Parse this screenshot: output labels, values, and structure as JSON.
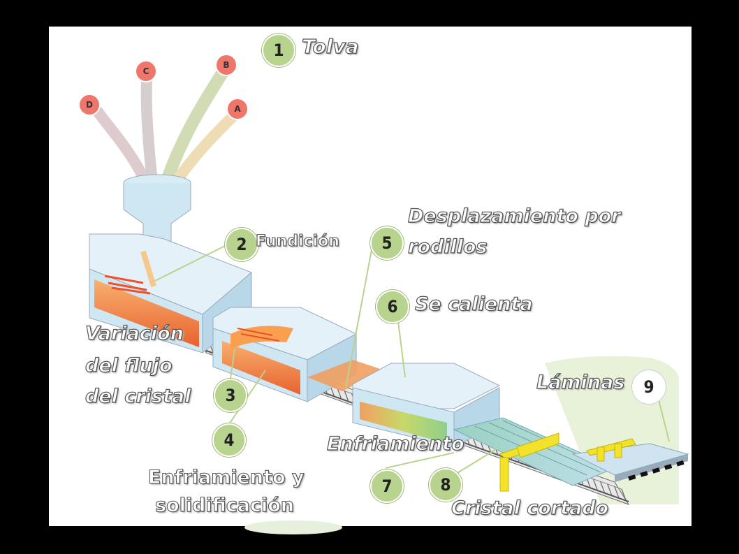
{
  "labels": {
    "tolva": "Tolva",
    "fundicion": "Fundición",
    "desplazamiento": [
      "Desplazamiento por",
      "rodillos"
    ],
    "se_calienta": "Se calienta",
    "variacion": [
      "Variación",
      "del flujo",
      "del cristal"
    ],
    "laminas": "Láminas",
    "enfriamiento": "Enfriamiento",
    "enfriamiento_solid": [
      "Enfriamiento y",
      "solidificación"
    ],
    "cristal_cortado": "Cristal cortado"
  },
  "steps": [
    "1",
    "2",
    "3",
    "4",
    "5",
    "6",
    "7",
    "8",
    "9"
  ],
  "materials": [
    "A",
    "B",
    "C",
    "D"
  ],
  "colors": {
    "step_circle": "#b8d38e",
    "material_circle": "#f0756a",
    "furnace_body": "#cfe6f3",
    "molten_glass": "#f07a3c",
    "cut_bar": "#f2e22a",
    "cooling_sheet": "#8fc8b8"
  }
}
